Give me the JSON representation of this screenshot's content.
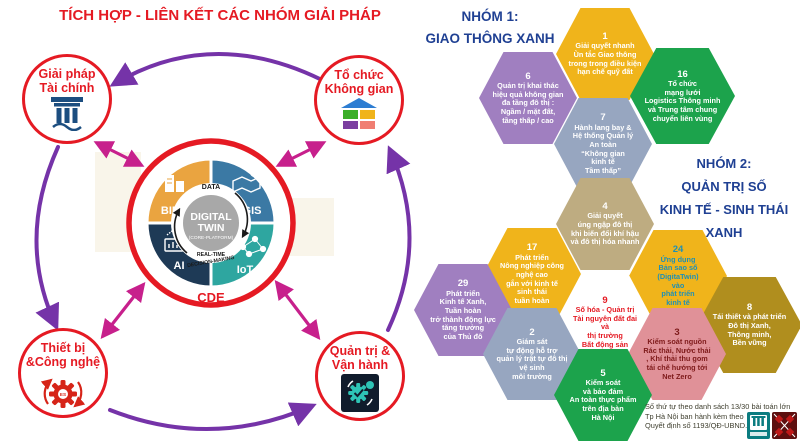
{
  "title": "TÍCH HỢP - LIÊN KẾT CÁC NHÓM GIẢI PHÁP",
  "colors": {
    "accent_red": "#E51A23",
    "heading_blue": "#1F4093",
    "purple_arrow": "#7533A8",
    "magenta_arrow": "#C7208C",
    "bim": "#EAA440",
    "gis": "#3B79A4",
    "ai": "#1E3A56",
    "iot": "#2EA6A0",
    "core_gray": "#A8A8A8",
    "column_navy": "#1C4E80"
  },
  "nodes": [
    {
      "id": "finance",
      "label": "Giải pháp\nTài chính"
    },
    {
      "id": "space",
      "label": "Tổ chức\nKhông gian"
    },
    {
      "id": "equipment",
      "label": "Thiết bị\n&Công nghệ"
    },
    {
      "id": "operations",
      "label": "Quản trị &\nVận hành"
    }
  ],
  "center": {
    "quadrants": [
      {
        "label": "BIM"
      },
      {
        "label": "GIS"
      },
      {
        "label": "AI"
      },
      {
        "label": "IoT"
      }
    ],
    "core_line1": "DIGITAL",
    "core_line2": "TWIN",
    "core_subtitle": "(CORE-PLATFORM)",
    "data_label": "DATA",
    "realtime_label": "REAL-TIME",
    "decision_label": "DECISION-MAKING",
    "cde_label": "CDE",
    "gear_es_label": "ES"
  },
  "groups": [
    {
      "line1": "NHÓM 1:",
      "line2": "GIAO THÔNG XANH"
    },
    {
      "line1": "NHÓM 2:",
      "line2": "QUẢN TRỊ SỐ",
      "line3": "KINH TẾ - SINH THÁI",
      "line4": "XANH"
    }
  ],
  "hexagons": [
    {
      "num": "1",
      "text": "Giải quyết nhanh\nÙn tắc Giao thông\ntrong trong điều kiện\nhạn chế quỹ đất",
      "fill": "#F0B41B",
      "text_color": "#FFFFFF"
    },
    {
      "num": "6",
      "text": "Quản trị khai thác\nhiệu quả không gian\nđa tầng đô thị :\nNgầm / mặt đất,\ntầng thấp / cao",
      "fill": "#A07FC0",
      "text_color": "#FFFFFF"
    },
    {
      "num": "16",
      "text": "Tổ chức\nmạng lưới\nLogistics Thông minh\nvà Trung tâm chung\nchuyển liên vùng",
      "fill": "#1CA34C",
      "text_color": "#FFFFFF"
    },
    {
      "num": "7",
      "text": "Hành lang bay &\nHệ thống Quản lý\nAn toàn\n“Không gian\nkinh tế\nTầm thấp”",
      "fill": "#97A6C0",
      "text_color": "#FFFFFF"
    },
    {
      "num": "4",
      "text": "Giải quyết\núng ngập đô thị\nkhi biến đổi khí hậu\nvà đô thị hóa nhanh",
      "fill": "#BEAC81",
      "text_color": "#FFFFFF"
    },
    {
      "num": "17",
      "text": "Phát triển\nNông nghiệp công\nnghệ cao\ngắn với kinh tế\nsinh thái\ntuần hoàn",
      "fill": "#F0B41B",
      "text_color": "#FFFFFF"
    },
    {
      "num": "24",
      "text": "Ứng dụng\nBản sao số\n(DigitaTwin)\nvào\nphát triển\nkinh tế",
      "fill": "#F0B41B",
      "text_color": "#2090B4"
    },
    {
      "num": "29",
      "text": "Phát triển\nKinh tế Xanh,\nTuần hoàn\ntrở thành động lực\ntăng trưởng\ncủa Thủ đô",
      "fill": "#A07FC0",
      "text_color": "#FFFFFF"
    },
    {
      "num": "9",
      "text": "Số hóa - Quản trị\nTài nguyên đất đai\nvà\nthị trường\nBất động sản",
      "fill": "#FFFFFF",
      "text_color": "#E51A23"
    },
    {
      "num": "8",
      "text": "Tái thiết và phát triển\nĐô thị Xanh,\nThông minh,\nBền vững",
      "fill": "#B08E1E",
      "text_color": "#FFFFFF"
    },
    {
      "num": "2",
      "text": "Giám sát\ntự động hỗ trợ\nquản lý trật tự đô thị\nvệ sinh\nmôi trường",
      "fill": "#97A6C0",
      "text_color": "#FFFFFF"
    },
    {
      "num": "3",
      "text": "Kiểm soát nguồn\nRác thải, Nước thải\n, Khí thải thu gom\ntái chế hướng tới\nNet Zero",
      "fill": "#E09198",
      "text_color": "#7E1A1A"
    },
    {
      "num": "5",
      "text": "Kiểm soát\nvà bảo đảm\nAn toàn thực phẩm\ntrên địa bàn\nHà Nội",
      "fill": "#1CA34C",
      "text_color": "#FFFFFF"
    }
  ],
  "note": "Số thứ tự theo danh sách 13/30 bài toán lớn\nTp Hà Nội ban hành kèm theo\nQuyết định số 1193/QĐ-UBND."
}
